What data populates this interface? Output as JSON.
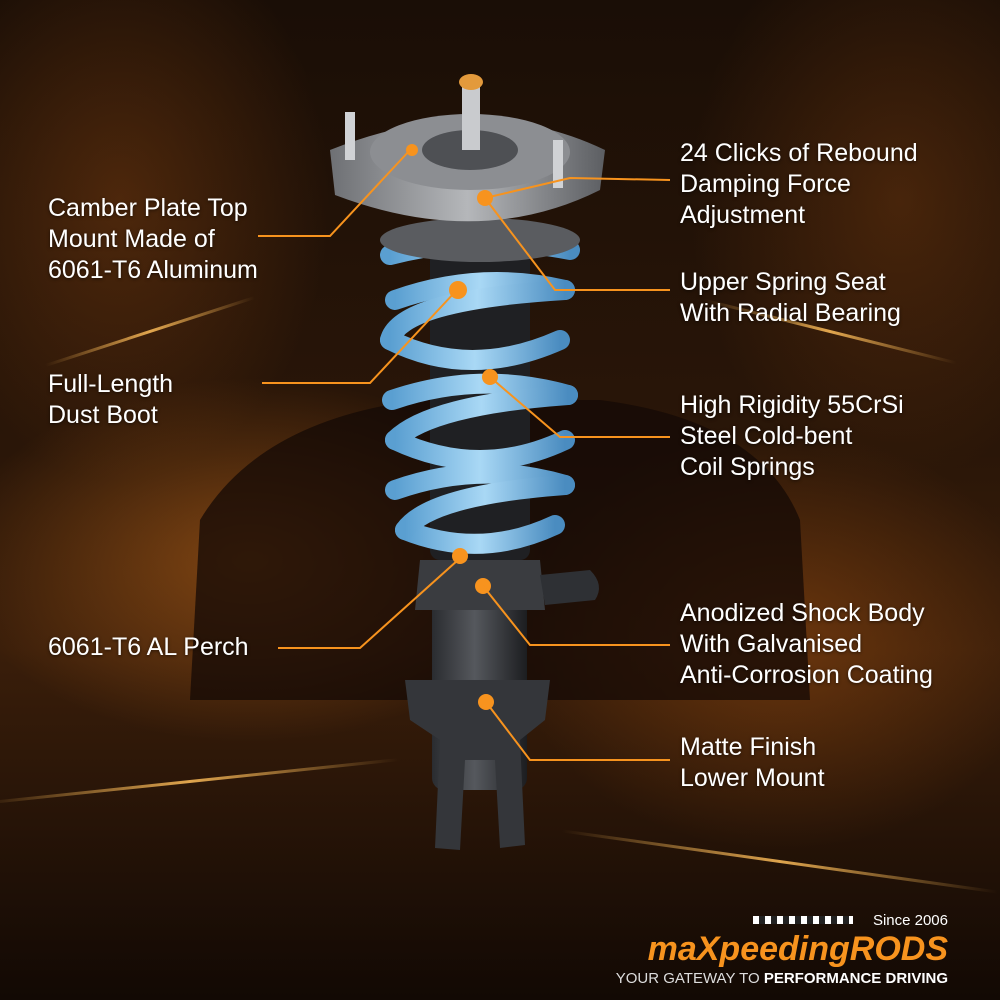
{
  "labels": {
    "camber_plate": [
      "Camber Plate Top",
      "Mount Made of",
      "6061-T6 Aluminum"
    ],
    "dust_boot": [
      "Full-Length",
      "Dust Boot"
    ],
    "perch": [
      "6061-T6 AL Perch"
    ],
    "rebound": [
      "24 Clicks of Rebound",
      "Damping Force",
      "Adjustment"
    ],
    "spring_seat": [
      "Upper Spring Seat",
      "With Radial Bearing"
    ],
    "coil_springs": [
      "High Rigidity 55CrSi",
      "Steel Cold-bent",
      "Coil Springs"
    ],
    "shock_body": [
      "Anodized Shock Body",
      "With Galvanised",
      "Anti-Corrosion Coating"
    ],
    "lower_mount": [
      "Matte Finish",
      "Lower Mount"
    ]
  },
  "brand": {
    "since": "Since 2006",
    "name": "maXpeedingRODS",
    "tagline_prefix": "YOUR GATEWAY TO",
    "tagline_bold": "PERFORMANCE DRIVING"
  },
  "colors": {
    "accent": "#f7931e",
    "spring": "#8fc7ec",
    "text": "#ffffff"
  }
}
